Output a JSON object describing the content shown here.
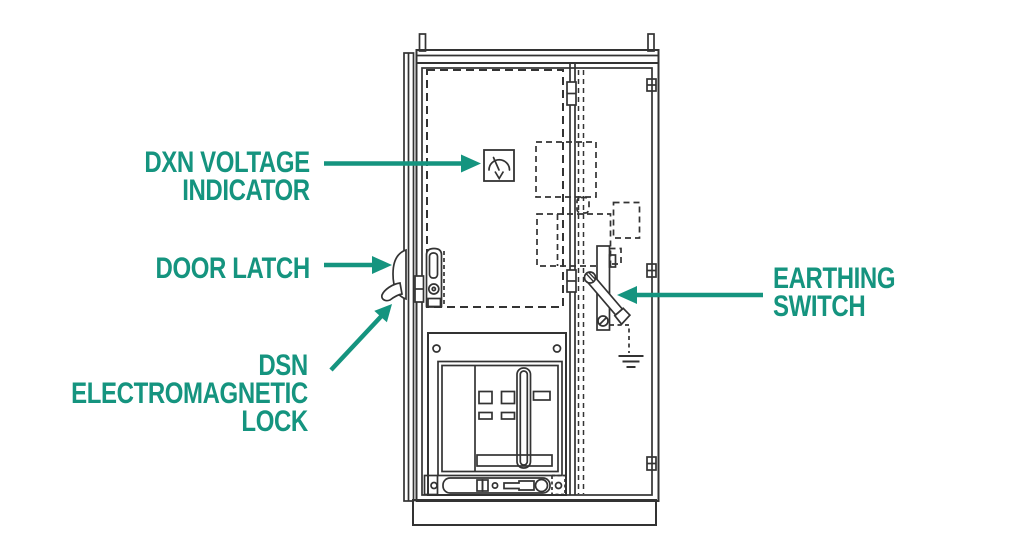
{
  "figure": {
    "description": "Line drawing of a medium-voltage switchgear cabinet (front view) with callout labels",
    "background": "#ffffff",
    "accent_color": "#15947F",
    "line_color": "#333333"
  },
  "labels": {
    "voltage_indicator": {
      "lines": [
        "DXN VOLTAGE",
        "INDICATOR"
      ]
    },
    "door_latch": {
      "lines": [
        "DOOR LATCH"
      ]
    },
    "electromagnetic_lock": {
      "lines": [
        "DSN",
        "ELECTROMAGNETIC",
        "LOCK"
      ]
    },
    "earthing_switch": {
      "lines": [
        "EARTHING",
        "SWITCH"
      ]
    }
  }
}
